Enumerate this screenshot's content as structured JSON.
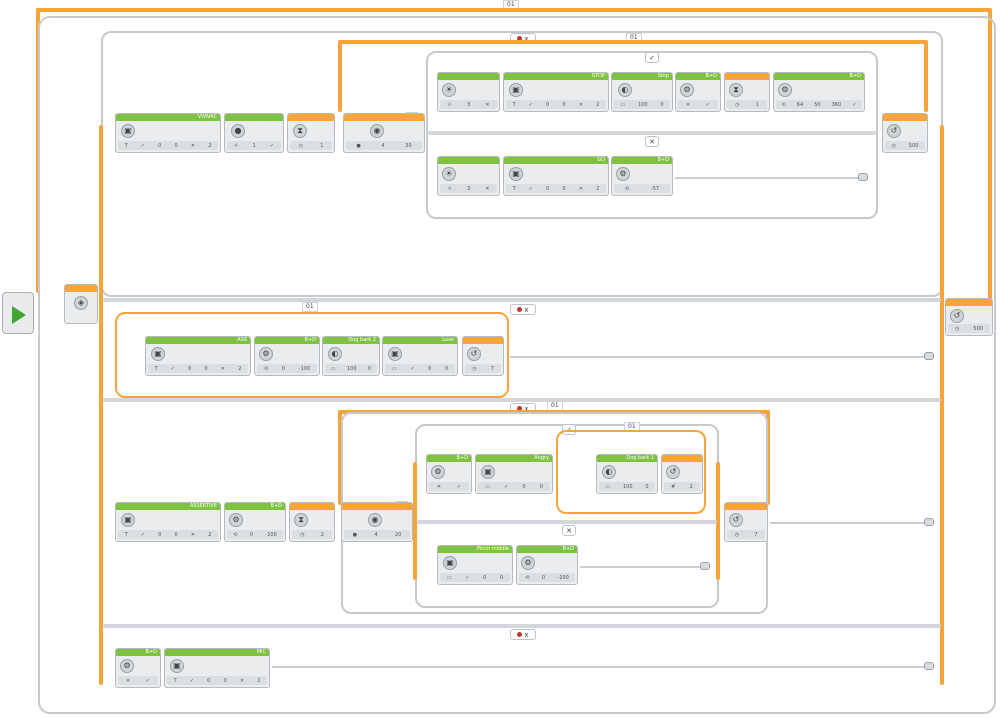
{
  "program": {
    "outer_loop_label": "01",
    "switches": [
      {
        "tab": "x",
        "loop_label": "01"
      },
      {
        "tab": "x",
        "label": "01"
      },
      {
        "tab": "x",
        "loop_label": "01",
        "inner_label": "01"
      },
      {
        "tab": "x"
      }
    ],
    "case_true_mark": "✓",
    "case_false_mark": "✕",
    "loop_one": "1",
    "blocks": {
      "vyavac": "VYAVAC",
      "stop": "STOP",
      "stop_display": "Stop",
      "bd": "B+D",
      "go": "GO",
      "ass": "ASS",
      "dog_bark_2": "Dog bark 2",
      "love": "Love",
      "assertive": "ASSERTIVE",
      "angry": "Angry",
      "dog_bark_1": "Dog bark 1",
      "pinch_middle": "Pinch middle",
      "mic": "MIC"
    },
    "values": {
      "wait_1": "1",
      "wait_500": "500",
      "wait_2": "2",
      "wait_7": "7",
      "compare_4": "4",
      "compare_30": "30",
      "compare_20": "20",
      "power_100": "100",
      "power_neg100": "-100",
      "power_neg57": "-57",
      "steer_64": "64",
      "steer_50": "50",
      "steer_360": "360",
      "disp_0": "0",
      "disp_2": "2"
    }
  }
}
